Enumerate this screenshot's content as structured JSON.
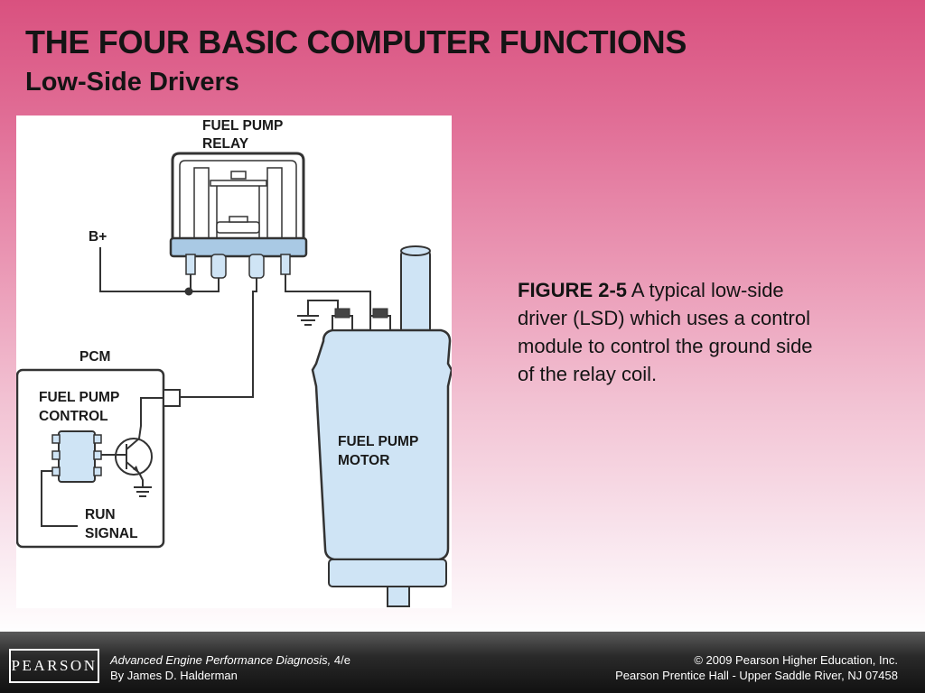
{
  "slide": {
    "title": "THE FOUR BASIC COMPUTER FUNCTIONS",
    "subtitle": "Low-Side Drivers"
  },
  "figure": {
    "labels": {
      "relay_line1": "FUEL PUMP",
      "relay_line2": "RELAY",
      "bplus": "B+",
      "pcm": "PCM",
      "control_line1": "FUEL PUMP",
      "control_line2": "CONTROL",
      "run_line1": "RUN",
      "run_line2": "SIGNAL",
      "motor_line1": "FUEL PUMP",
      "motor_line2": "MOTOR"
    },
    "colors": {
      "component_fill": "#cfe4f5",
      "wire": "#333333",
      "relay_base": "#a9c9e4"
    }
  },
  "caption": {
    "figure_number": "FIGURE 2-5",
    "text": " A typical low-side driver (LSD) which uses a control module to control the ground side of the relay coil."
  },
  "footer": {
    "logo": "PEARSON",
    "book_title": "Advanced Engine Performance Diagnosis,",
    "edition": " 4/e",
    "author": "By James D. Halderman",
    "copyright": "© 2009 Pearson Higher Education, Inc.",
    "publisher": "Pearson Prentice Hall - Upper Saddle River, NJ 07458"
  }
}
